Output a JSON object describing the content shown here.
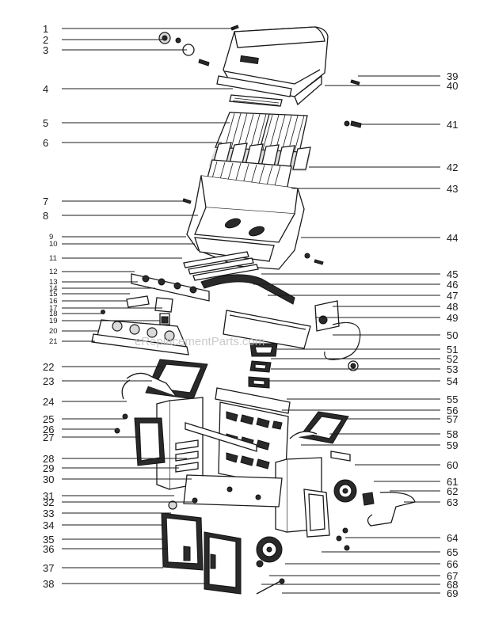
{
  "diagram": {
    "watermark": "eReplacementParts.com",
    "callouts": [
      {
        "number": "1",
        "side": "left",
        "size": "big"
      },
      {
        "number": "2",
        "side": "left",
        "size": "big"
      },
      {
        "number": "3",
        "side": "left",
        "size": "big"
      },
      {
        "number": "4",
        "side": "left",
        "size": "big"
      },
      {
        "number": "5",
        "side": "left",
        "size": "big"
      },
      {
        "number": "6",
        "side": "left",
        "size": "big"
      },
      {
        "number": "7",
        "side": "left",
        "size": "big"
      },
      {
        "number": "8",
        "side": "left",
        "size": "big"
      },
      {
        "number": "9",
        "side": "left",
        "size": "small"
      },
      {
        "number": "10",
        "side": "left",
        "size": "small"
      },
      {
        "number": "11",
        "side": "left",
        "size": "small"
      },
      {
        "number": "12",
        "side": "left",
        "size": "small"
      },
      {
        "number": "13",
        "side": "left",
        "size": "small"
      },
      {
        "number": "14",
        "side": "left",
        "size": "small"
      },
      {
        "number": "15",
        "side": "left",
        "size": "small"
      },
      {
        "number": "16",
        "side": "left",
        "size": "small"
      },
      {
        "number": "17",
        "side": "left",
        "size": "small"
      },
      {
        "number": "18",
        "side": "left",
        "size": "small"
      },
      {
        "number": "19",
        "side": "left",
        "size": "small"
      },
      {
        "number": "20",
        "side": "left",
        "size": "small"
      },
      {
        "number": "21",
        "side": "left",
        "size": "small"
      },
      {
        "number": "22",
        "side": "left",
        "size": "big"
      },
      {
        "number": "23",
        "side": "left",
        "size": "big"
      },
      {
        "number": "24",
        "side": "left",
        "size": "big"
      },
      {
        "number": "25",
        "side": "left",
        "size": "big"
      },
      {
        "number": "26",
        "side": "left",
        "size": "big"
      },
      {
        "number": "27",
        "side": "left",
        "size": "big"
      },
      {
        "number": "28",
        "side": "left",
        "size": "big"
      },
      {
        "number": "29",
        "side": "left",
        "size": "big"
      },
      {
        "number": "30",
        "side": "left",
        "size": "big"
      },
      {
        "number": "31",
        "side": "left",
        "size": "big"
      },
      {
        "number": "32",
        "side": "left",
        "size": "big"
      },
      {
        "number": "33",
        "side": "left",
        "size": "big"
      },
      {
        "number": "34",
        "side": "left",
        "size": "big"
      },
      {
        "number": "35",
        "side": "left",
        "size": "big"
      },
      {
        "number": "36",
        "side": "left",
        "size": "big"
      },
      {
        "number": "37",
        "side": "left",
        "size": "big"
      },
      {
        "number": "38",
        "side": "left",
        "size": "big"
      },
      {
        "number": "39",
        "side": "right",
        "size": "big"
      },
      {
        "number": "40",
        "side": "right",
        "size": "big"
      },
      {
        "number": "41",
        "side": "right",
        "size": "big"
      },
      {
        "number": "42",
        "side": "right",
        "size": "big"
      },
      {
        "number": "43",
        "side": "right",
        "size": "big"
      },
      {
        "number": "44",
        "side": "right",
        "size": "big"
      },
      {
        "number": "45",
        "side": "right",
        "size": "big"
      },
      {
        "number": "46",
        "side": "right",
        "size": "big"
      },
      {
        "number": "47",
        "side": "right",
        "size": "big"
      },
      {
        "number": "48",
        "side": "right",
        "size": "big"
      },
      {
        "number": "49",
        "side": "right",
        "size": "big"
      },
      {
        "number": "50",
        "side": "right",
        "size": "big"
      },
      {
        "number": "51",
        "side": "right",
        "size": "big"
      },
      {
        "number": "52",
        "side": "right",
        "size": "big"
      },
      {
        "number": "53",
        "side": "right",
        "size": "big"
      },
      {
        "number": "54",
        "side": "right",
        "size": "big"
      },
      {
        "number": "55",
        "side": "right",
        "size": "big"
      },
      {
        "number": "56",
        "side": "right",
        "size": "big"
      },
      {
        "number": "57",
        "side": "right",
        "size": "big"
      },
      {
        "number": "58",
        "side": "right",
        "size": "big"
      },
      {
        "number": "59",
        "side": "right",
        "size": "big"
      },
      {
        "number": "60",
        "side": "right",
        "size": "big"
      },
      {
        "number": "61",
        "side": "right",
        "size": "big"
      },
      {
        "number": "62",
        "side": "right",
        "size": "big"
      },
      {
        "number": "63",
        "side": "right",
        "size": "big"
      },
      {
        "number": "64",
        "side": "right",
        "size": "big"
      },
      {
        "number": "65",
        "side": "right",
        "size": "big"
      },
      {
        "number": "66",
        "side": "right",
        "size": "big"
      },
      {
        "number": "67",
        "side": "right",
        "size": "big"
      },
      {
        "number": "68",
        "side": "right",
        "size": "big"
      },
      {
        "number": "69",
        "side": "right",
        "size": "big"
      }
    ]
  }
}
